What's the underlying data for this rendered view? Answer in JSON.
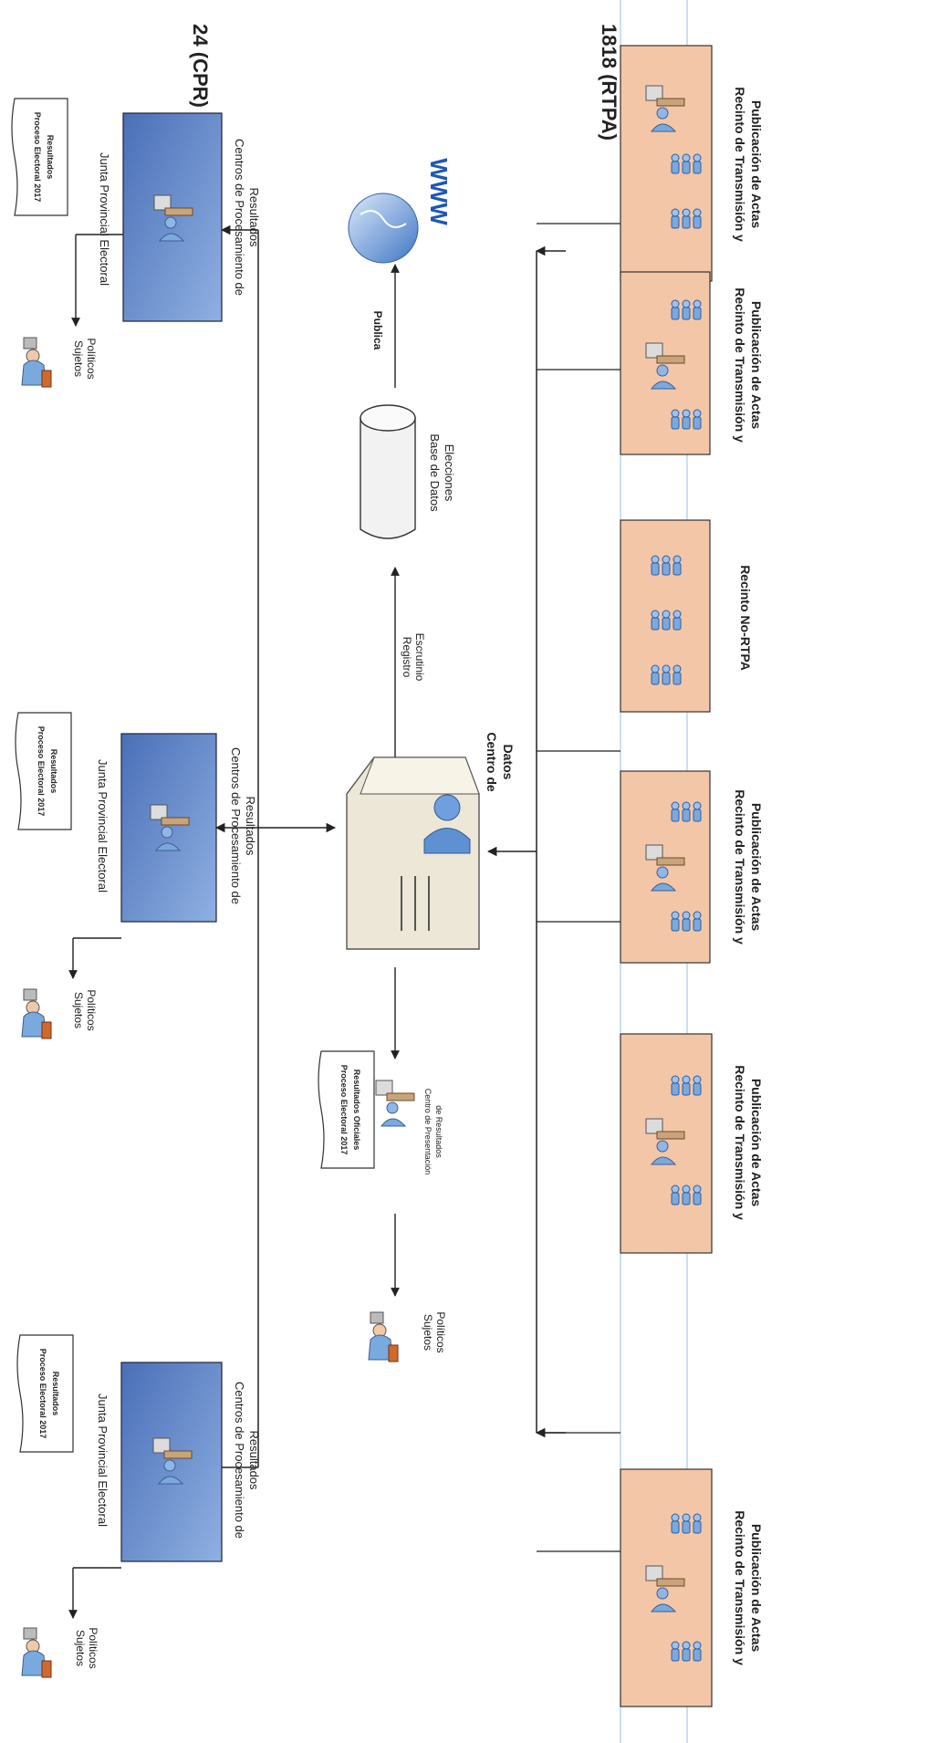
{
  "header": {
    "cpr_count": "24 (CPR)",
    "rtpa_count": "1818 (RTPA)"
  },
  "cpr": [
    {
      "junta": "Junta Provincial Electoral",
      "centro_line1": "Centros de Procesamiento de",
      "centro_line2": "Resultados",
      "sujetos_line1": "Sujetos",
      "sujetos_line2": "Políticos",
      "doc_line1": "Resultados",
      "doc_line2": "Proceso Electoral 2017"
    },
    {
      "junta": "Junta Provincial Electoral",
      "centro_line1": "Centros de Procesamiento de",
      "centro_line2": "Resultados",
      "sujetos_line1": "Sujetos",
      "sujetos_line2": "Políticos",
      "doc_line1": "Resultados",
      "doc_line2": "Proceso Electoral 2017"
    },
    {
      "junta": "Junta Provincial Electoral",
      "centro_line1": "Centros de Procesamiento de",
      "centro_line2": "Resultados",
      "sujetos_line1": "Sujetos",
      "sujetos_line2": "Políticos",
      "doc_line1": "Resultados",
      "doc_line2": "Proceso Electoral 2017"
    }
  ],
  "center": {
    "datos_line1": "Centro de",
    "datos_line2": "Datos",
    "registro_line1": "Registro",
    "registro_line2": "Escrutinio",
    "db_line1": "Base de Datos",
    "db_line2": "Elecciones",
    "publica": "Publica",
    "www": "WWW",
    "presentacion_line1": "Centro de Presentación",
    "presentacion_line2": "de Resultados",
    "oficiales_line1": "Resultados Oficiales",
    "oficiales_line2": "Proceso Electoral 2017",
    "sujetos_line1": "Sujetos",
    "sujetos_line2": "Políticos"
  },
  "recintos": [
    {
      "line1": "Recinto de Transmisión y",
      "line2": "Publicación de Actas"
    },
    {
      "line1": "Recinto de Transmisión y",
      "line2": "Publicación de Actas"
    },
    {
      "line1": "Recinto de Transmisión y",
      "line2": "Publicación de Actas"
    },
    {
      "line1": "Recinto No-RTPA",
      "line2": ""
    },
    {
      "line1": "Recinto de Transmisión y",
      "line2": "Publicación de Actas"
    },
    {
      "line1": "Recinto de Transmisión y",
      "line2": "Publicación de Actas"
    }
  ],
  "colors": {
    "cpr_box": "#5b82c6",
    "recinto_box": "#f4c6a8",
    "server": "#e9e4d2",
    "person_blue": "#7aa9de",
    "lines": "#222222",
    "guide_line": "#a9c7e6"
  }
}
